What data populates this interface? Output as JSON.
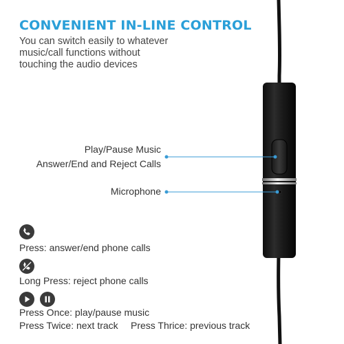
{
  "header": {
    "title": "CONVENIENT IN-LINE CONTROL",
    "subtitle_lines": [
      "You can switch easily to whatever",
      "music/call functions without",
      "touching the audio devices"
    ]
  },
  "callouts": {
    "button_line1": "Play/Pause Music",
    "button_line2": "Answer/End and Reject Calls",
    "microphone": "Microphone"
  },
  "instructions": {
    "press": "Press: answer/end phone calls",
    "long_press": "Long Press: reject phone calls",
    "press_once": "Press Once: play/pause music",
    "press_twice": "Press Twice: next track",
    "press_thrice": "Press Thrice: previous track"
  },
  "icons": {
    "phone": "phone-icon",
    "reject": "phone-reject-icon",
    "play": "play-icon",
    "pause": "pause-icon"
  },
  "colors": {
    "title": "#2a9fd8",
    "accent": "#3a9bd5",
    "icon_bg": "#3a3a3a"
  }
}
